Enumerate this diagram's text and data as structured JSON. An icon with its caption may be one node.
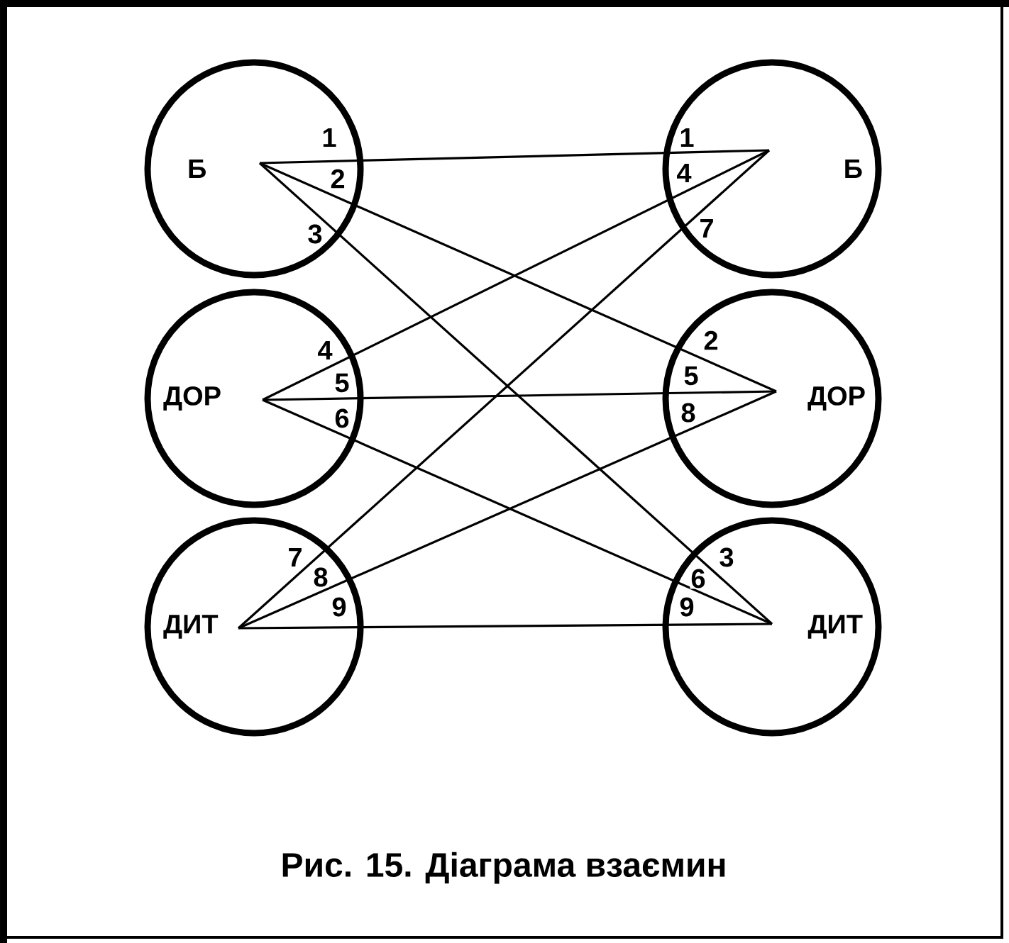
{
  "diagram": {
    "caption": "Рис. 15. Діаграма взаємин",
    "nodes": [
      {
        "text": [
          "Б"
        ]
      },
      {
        "text": [
          "Б"
        ]
      },
      {
        "text": [
          "ДОР"
        ]
      },
      {
        "text": [
          "ДОР"
        ]
      },
      {
        "text": [
          "ДИТ"
        ]
      },
      {
        "text": [
          "ДИТ"
        ]
      }
    ],
    "edges": [
      {
        "from": 0,
        "to": 1,
        "arrow": "none",
        "label": "1"
      },
      {
        "from": 0,
        "to": 3,
        "arrow": "none",
        "label": "2"
      },
      {
        "from": 0,
        "to": 5,
        "arrow": "none",
        "label": "3"
      },
      {
        "from": 2,
        "to": 1,
        "arrow": "none",
        "label": "4"
      },
      {
        "from": 2,
        "to": 3,
        "arrow": "none",
        "label": "5"
      },
      {
        "from": 2,
        "to": 5,
        "arrow": "none",
        "label": "6"
      },
      {
        "from": 4,
        "to": 1,
        "arrow": "none",
        "label": "7"
      },
      {
        "from": 4,
        "to": 3,
        "arrow": "none",
        "label": "8"
      },
      {
        "from": 4,
        "to": 5,
        "arrow": "none",
        "label": "9"
      }
    ],
    "labels": [
      "1",
      "4",
      "7",
      "2",
      "5",
      "8",
      "3",
      "6",
      "9"
    ]
  }
}
